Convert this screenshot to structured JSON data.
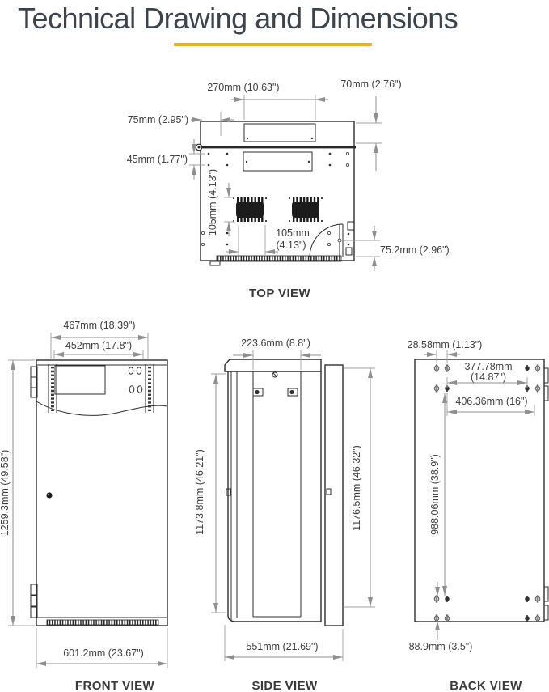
{
  "page": {
    "title": "Technical Drawing and Dimensions",
    "accent_color": "#EFAE1E",
    "background_color": "#FFFFFF",
    "drawing_line_color": "#2D2D2D",
    "dimension_line_color": "#909090"
  },
  "views": {
    "top": {
      "caption": "TOP VIEW",
      "dims": {
        "slot_width": "270mm (10.63\")",
        "bracket_depth": "70mm (2.76\")",
        "edge_offset": "75mm (2.95\")",
        "hole_spacing": "45mm (1.77\")",
        "vent_height": "105mm (4.13\")",
        "vent_width_line1": "105mm",
        "vent_width_line2": "(4.13\")",
        "rear_offset": "75.2mm (2.96\")"
      }
    },
    "front": {
      "caption": "FRONT VIEW",
      "dims": {
        "outer_rail_width": "467mm (18.39\")",
        "rail_center_width": "452mm (17.8\")",
        "overall_height": "1259.3mm (49.58\")",
        "overall_width": "601.2mm (23.67\")"
      }
    },
    "side": {
      "caption": "SIDE VIEW",
      "dims": {
        "door_panel_depth": "223.6mm (8.8\")",
        "body_height": "1173.8mm (46.21\")",
        "back_height": "1176.5mm (46.32\")",
        "overall_depth": "551mm (21.69\")"
      }
    },
    "back": {
      "caption": "BACK VIEW",
      "dims": {
        "keyhole_slot_spacing": "28.58mm (1.13\")",
        "upper_hole_width_line1": "377.78mm",
        "upper_hole_width_line2": "(14.87\")",
        "lower_hole_width": "406.36mm (16\")",
        "mount_hole_height": "988.06mm (38.9\")",
        "bottom_hole_spacing": "88.9mm (3.5\")"
      }
    }
  }
}
